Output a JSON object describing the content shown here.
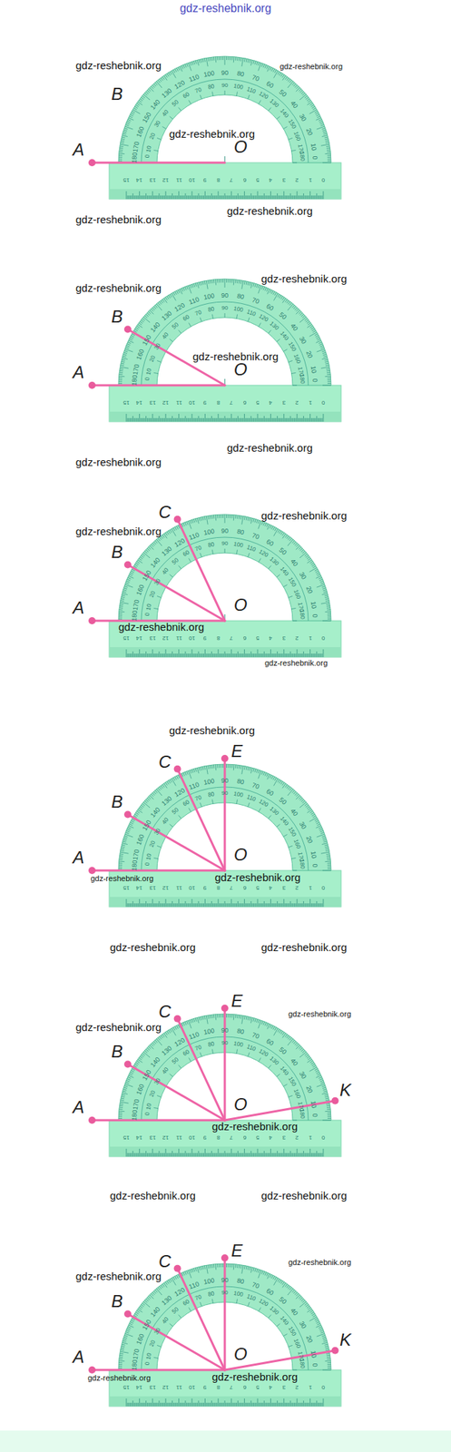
{
  "diagram": {
    "labels": [
      "gdz-reshebnik.org",
      "gdz-reshebnik.org",
      "gdz-reshebnik.org",
      "B",
      "gdz-reshebnik.org",
      "A",
      "O",
      "gdz-reshebnik.org",
      "gdz-reshebnik.org",
      "180",
      "170",
      "160",
      "150",
      "140",
      "130",
      "120",
      "110",
      "100",
      "90",
      "80",
      "70",
      "60",
      "50",
      "40",
      "30",
      "20",
      "10",
      "0",
      "0",
      "10",
      "20",
      "30",
      "40",
      "50",
      "60",
      "70",
      "80",
      "90",
      "100",
      "110",
      "120",
      "130",
      "140",
      "150",
      "160",
      "170",
      "180",
      "15",
      "14",
      "13",
      "12",
      "11",
      "10",
      "9",
      "8",
      "7",
      "6",
      "5",
      "4",
      "3",
      "2",
      "1",
      "0",
      "gdz-reshebnik.org",
      "gdz-reshebnik.org",
      "B",
      "gdz-reshebnik.org",
      "A",
      "O",
      "gdz-reshebnik.org",
      "gdz-reshebnik.org",
      "180",
      "170",
      "160",
      "150",
      "140",
      "130",
      "120",
      "110",
      "100",
      "90",
      "80",
      "70",
      "60",
      "50",
      "40",
      "30",
      "20",
      "10",
      "0",
      "0",
      "10",
      "20",
      "30",
      "40",
      "50",
      "60",
      "70",
      "80",
      "90",
      "100",
      "110",
      "120",
      "130",
      "140",
      "150",
      "160",
      "170",
      "180",
      "15",
      "14",
      "13",
      "12",
      "11",
      "10",
      "9",
      "8",
      "7",
      "6",
      "5",
      "4",
      "3",
      "2",
      "1",
      "0",
      "C",
      "gdz-reshebnik.org",
      "gdz-reshebnik.org",
      "B",
      "A",
      "O",
      "gdz-reshebnik.org",
      "gdz-reshebnik.org",
      "180",
      "170",
      "160",
      "150",
      "140",
      "130",
      "120",
      "110",
      "100",
      "90",
      "80",
      "70",
      "60",
      "50",
      "40",
      "30",
      "20",
      "10",
      "0",
      "0",
      "10",
      "20",
      "30",
      "40",
      "50",
      "60",
      "70",
      "80",
      "90",
      "100",
      "110",
      "120",
      "130",
      "140",
      "150",
      "160",
      "170",
      "180",
      "15",
      "14",
      "13",
      "12",
      "11",
      "10",
      "9",
      "8",
      "7",
      "6",
      "5",
      "4",
      "3",
      "2",
      "1",
      "0",
      "gdz-reshebnik.org",
      "C",
      "E",
      "B",
      "A",
      "O",
      "gdz-reshebnik.org",
      "gdz-reshebnik.org",
      "gdz-reshebnik.org",
      "gdz-reshebnik.org",
      "180",
      "170",
      "160",
      "150",
      "140",
      "130",
      "120",
      "110",
      "100",
      "90",
      "80",
      "70",
      "60",
      "50",
      "40",
      "30",
      "20",
      "10",
      "0",
      "0",
      "10",
      "20",
      "30",
      "40",
      "50",
      "60",
      "70",
      "80",
      "90",
      "100",
      "110",
      "120",
      "130",
      "140",
      "150",
      "160",
      "170",
      "180",
      "15",
      "14",
      "13",
      "12",
      "11",
      "10",
      "9",
      "8",
      "7",
      "6",
      "5",
      "4",
      "3",
      "2",
      "1",
      "0",
      "C",
      "E",
      "gdz-reshebnik.org",
      "gdz-reshebnik.org",
      "B",
      "K",
      "A",
      "O",
      "gdz-reshebnik.org",
      "gdz-reshebnik.org",
      "gdz-reshebnik.org",
      "180",
      "170",
      "160",
      "150",
      "140",
      "130",
      "120",
      "110",
      "100",
      "90",
      "80",
      "70",
      "60",
      "50",
      "40",
      "30",
      "20",
      "10",
      "0",
      "0",
      "10",
      "20",
      "30",
      "40",
      "50",
      "60",
      "70",
      "80",
      "90",
      "100",
      "110",
      "120",
      "130",
      "140",
      "150",
      "160",
      "170",
      "180",
      "15",
      "14",
      "13",
      "12",
      "11",
      "10",
      "9",
      "8",
      "7",
      "6",
      "5",
      "4",
      "3",
      "2",
      "1",
      "0",
      "C",
      "E",
      "gdz-reshebnik.org",
      "gdz-reshebnik.org",
      "B",
      "K",
      "A",
      "O",
      "gdz-reshebnik.org",
      "gdz-reshebnik.org",
      "180",
      "170",
      "160",
      "150",
      "140",
      "130",
      "120",
      "110",
      "100",
      "90",
      "80",
      "70",
      "60",
      "50",
      "40",
      "30",
      "20",
      "10",
      "0",
      "0",
      "10",
      "20",
      "30",
      "40",
      "50",
      "60",
      "70",
      "80",
      "90",
      "100",
      "110",
      "120",
      "130",
      "140",
      "150",
      "160",
      "170",
      "180",
      "15",
      "14",
      "13",
      "12",
      "11",
      "10",
      "9",
      "8",
      "7",
      "6",
      "5",
      "4",
      "3",
      "2",
      "1",
      "0"
    ]
  }
}
